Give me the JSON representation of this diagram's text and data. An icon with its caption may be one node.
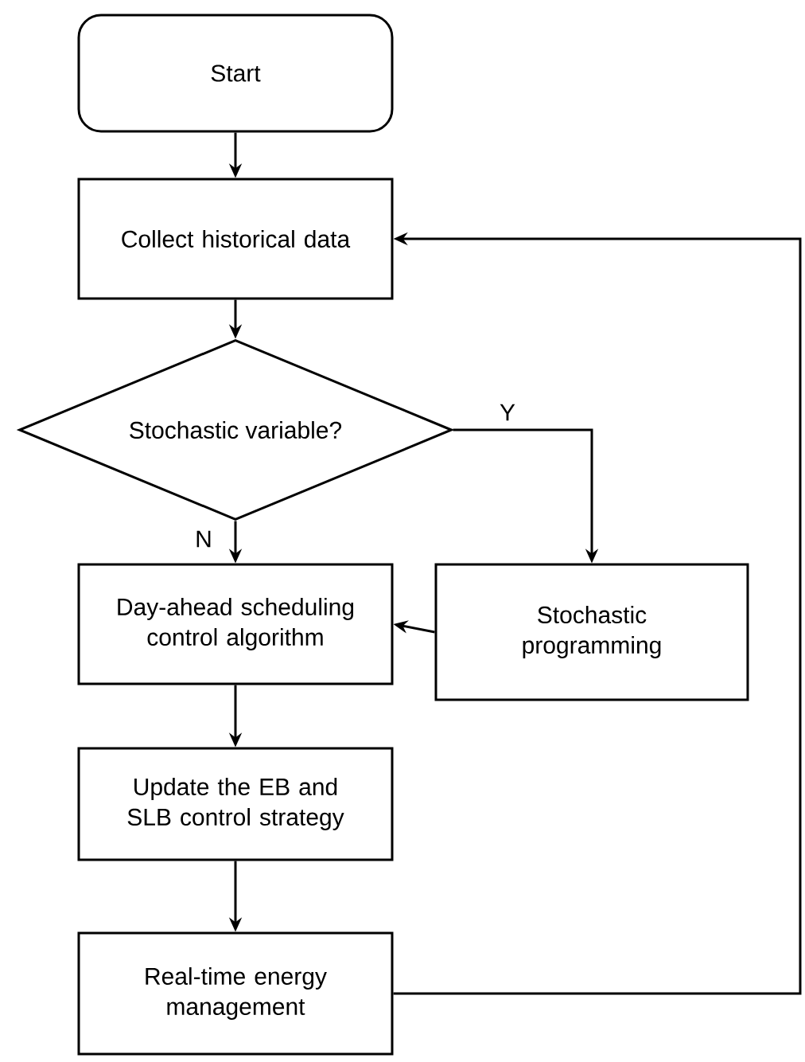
{
  "diagram": {
    "nodes": [
      {
        "text": [
          "Start"
        ]
      },
      {
        "text": [
          "Collect historical data"
        ]
      },
      {
        "text": [
          "Stochastic variable?"
        ]
      },
      {
        "text": [
          "Day-ahead scheduling control algorithm"
        ]
      },
      {
        "text": [
          "Stochastic programming"
        ]
      },
      {
        "text": [
          "Update the EB and SLB control strategy"
        ]
      },
      {
        "text": [
          "Real-time energy management"
        ]
      }
    ],
    "edges": [
      {
        "from": 0,
        "to": 1,
        "arrow": "to"
      },
      {
        "from": 1,
        "to": 2,
        "arrow": "to"
      },
      {
        "from": 2,
        "to": 3,
        "arrow": "to",
        "label": "N"
      },
      {
        "from": 2,
        "to": 4,
        "arrow": "to",
        "label": "Y"
      },
      {
        "from": 4,
        "to": 3,
        "arrow": "to"
      },
      {
        "from": 3,
        "to": 5,
        "arrow": "to"
      },
      {
        "from": 5,
        "to": 6,
        "arrow": "to"
      },
      {
        "from": 6,
        "to": 1,
        "arrow": "to"
      }
    ]
  }
}
